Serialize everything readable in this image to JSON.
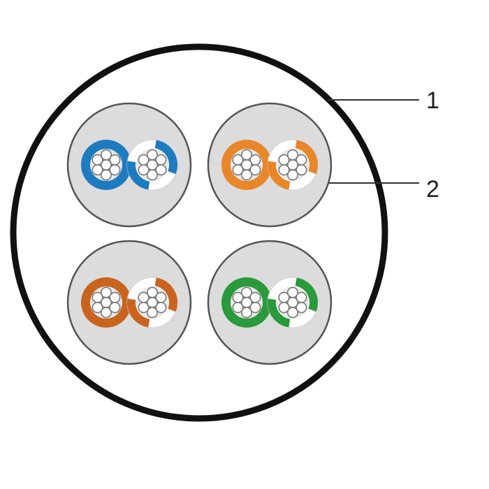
{
  "diagram": {
    "callouts": [
      {
        "label": "1",
        "target": "outer-jacket"
      },
      {
        "label": "2",
        "target": "pair-shield"
      }
    ],
    "pairs": [
      {
        "name": "blue-pair",
        "color": "#1e7bc0"
      },
      {
        "name": "orange-pair",
        "color": "#e8862a"
      },
      {
        "name": "brown-pair",
        "color": "#c9641f"
      },
      {
        "name": "green-pair",
        "color": "#2a9a3c"
      }
    ],
    "colors": {
      "jacket_stroke": "#111111",
      "jacket_fill": "#ffffff",
      "shield_fill": "#dcdcdc",
      "shield_stroke": "#555555",
      "stripe_white": "#ffffff",
      "strand_fill": "#ffffff",
      "strand_stroke": "#777777",
      "callout_line": "#333333"
    }
  }
}
